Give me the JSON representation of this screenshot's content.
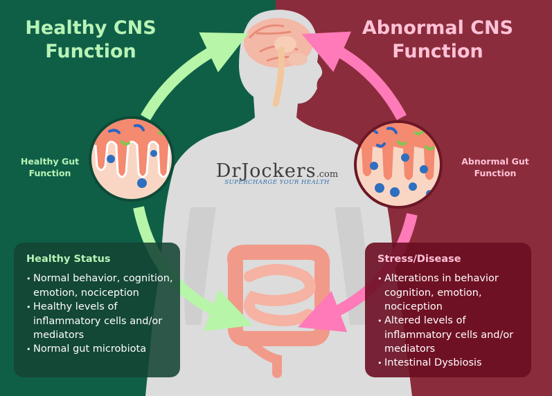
{
  "left": {
    "title_line1": "Healthy CNS",
    "title_line2": "Function",
    "gut_label_line1": "Healthy Gut",
    "gut_label_line2": "Function",
    "status_title": "Healthy Status",
    "status_items": [
      "Normal behavior, cognition, emotion, nociception",
      "Healthy levels of inflammatory cells and/or mediators",
      "Normal gut microbiota"
    ]
  },
  "right": {
    "title_line1": "Abnormal CNS",
    "title_line2": "Function",
    "gut_label_line1": "Abnormal Gut",
    "gut_label_line2": "Function",
    "status_title": "Stress/Disease",
    "status_items": [
      "Alterations in behavior cognition, emotion, nociception",
      "Altered levels of inflammatory cells and/or mediators",
      "Intestinal Dysbiosis"
    ]
  },
  "logo": {
    "name": "DrJockers",
    "domain": ".com",
    "tagline": "SUPERCHARGE YOUR HEALTH"
  },
  "colors": {
    "healthy_bg": "#0f5f47",
    "abnormal_bg": "#8a2c3b",
    "healthy_arrow": "#b7f5a8",
    "abnormal_arrow": "#ff7ab8",
    "body": "#dcdcdc"
  }
}
